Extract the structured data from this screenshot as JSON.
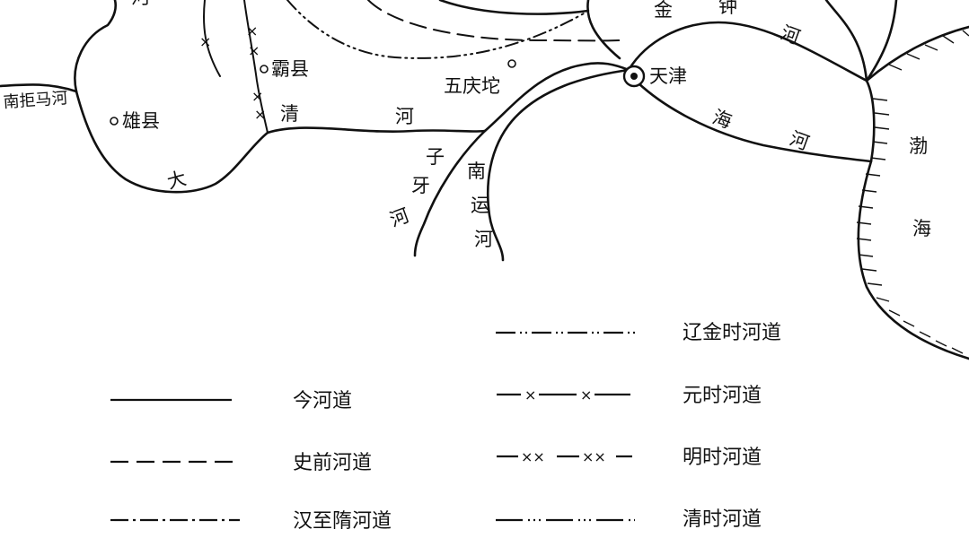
{
  "map": {
    "places": {
      "tianjin": "天津",
      "baxian": "霸县",
      "xiongxian": "雄县",
      "wuqingtuo": "五庆坨"
    },
    "rivers": {
      "nan_juma_he": "南拒马河",
      "jinzhong_he": [
        "金",
        "钟",
        "河"
      ],
      "hai_he": [
        "海",
        "河"
      ],
      "qing_he": [
        "清",
        "河"
      ],
      "ziya_he": [
        "子",
        "牙",
        "河"
      ],
      "nanyun_he": [
        "南",
        "运",
        "河"
      ],
      "da": "大",
      "he_top": "河"
    },
    "sea": [
      "渤",
      "海"
    ]
  },
  "legend": {
    "items": [
      {
        "label": "今河道",
        "style": "solid"
      },
      {
        "label": "史前河道",
        "style": "dashed"
      },
      {
        "label": "汉至隋河道",
        "style": "dash-dot"
      },
      {
        "label": "辽金时河道",
        "style": "dash-dot-dot"
      },
      {
        "label": "元时河道",
        "style": "cross"
      },
      {
        "label": "明时河道",
        "style": "double-cross"
      },
      {
        "label": "清时河道",
        "style": "dash-triple-dot"
      }
    ],
    "cross_symbol": "×",
    "double_cross_symbol": "××"
  }
}
